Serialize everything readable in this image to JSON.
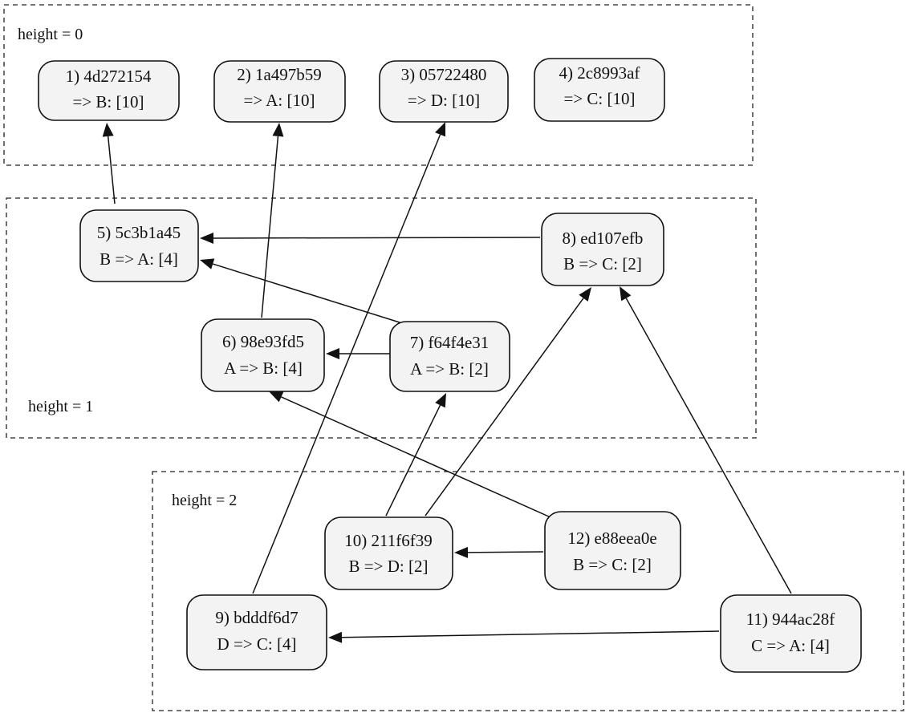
{
  "groups": [
    {
      "id": "g0",
      "label": "height = 0"
    },
    {
      "id": "g1",
      "label": "height = 1"
    },
    {
      "id": "g2",
      "label": "height = 2"
    }
  ],
  "nodes": [
    {
      "id": "n1",
      "line1": "1) 4d272154",
      "line2": "=> B: [10]"
    },
    {
      "id": "n2",
      "line1": "2) 1a497b59",
      "line2": "=> A: [10]"
    },
    {
      "id": "n3",
      "line1": "3) 05722480",
      "line2": "=> D: [10]"
    },
    {
      "id": "n4",
      "line1": "4) 2c8993af",
      "line2": "=> C: [10]"
    },
    {
      "id": "n5",
      "line1": "5) 5c3b1a45",
      "line2": "B => A: [4]"
    },
    {
      "id": "n6",
      "line1": "6) 98e93fd5",
      "line2": "A => B: [4]"
    },
    {
      "id": "n7",
      "line1": "7) f64f4e31",
      "line2": "A => B: [2]"
    },
    {
      "id": "n8",
      "line1": "8) ed107efb",
      "line2": "B => C: [2]"
    },
    {
      "id": "n9",
      "line1": "9) bdddf6d7",
      "line2": "D => C: [4]"
    },
    {
      "id": "n10",
      "line1": "10) 211f6f39",
      "line2": "B => D: [2]"
    },
    {
      "id": "n11",
      "line1": "11) 944ac28f",
      "line2": "C => A: [4]"
    },
    {
      "id": "n12",
      "line1": "12) e88eea0e",
      "line2": "B => C: [2]"
    }
  ],
  "edges": [
    {
      "from": "n5",
      "to": "n1"
    },
    {
      "from": "n6",
      "to": "n2"
    },
    {
      "from": "n7",
      "to": "n6"
    },
    {
      "from": "n7",
      "to": "n5"
    },
    {
      "from": "n8",
      "to": "n5"
    },
    {
      "from": "n9",
      "to": "n3"
    },
    {
      "from": "n10",
      "to": "n7"
    },
    {
      "from": "n10",
      "to": "n8"
    },
    {
      "from": "n12",
      "to": "n10"
    },
    {
      "from": "n12",
      "to": "n6"
    },
    {
      "from": "n11",
      "to": "n9"
    },
    {
      "from": "n11",
      "to": "n8"
    }
  ]
}
